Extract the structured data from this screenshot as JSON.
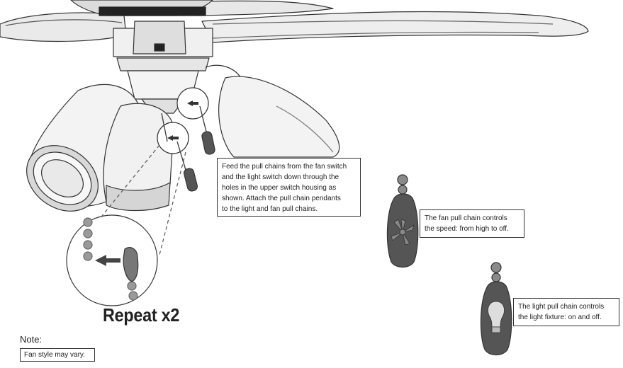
{
  "instructions": {
    "feed_chains": "Feed the pull chains from the fan switch\nand the light switch down through the\nholes in the upper switch housing as\nshown. Attach the pull chain pendants\nto the light and fan pull chains.",
    "fan_chain": "The fan pull chain controls\nthe speed: from high to off.",
    "light_chain": "The light pull chain controls\nthe light fixture: on and off."
  },
  "repeat_label": "Repeat x2",
  "note": {
    "label": "Note:",
    "text": "Fan style may vary."
  },
  "icons": [
    "ceiling-fan-illustration",
    "arrow-left-icon",
    "fan-pendant-icon",
    "light-bulb-pendant-icon"
  ],
  "colors": {
    "line": "#333333",
    "fill_light": "#eeeeee",
    "fill_mid": "#cfcfcf",
    "pendant": "#555555"
  }
}
